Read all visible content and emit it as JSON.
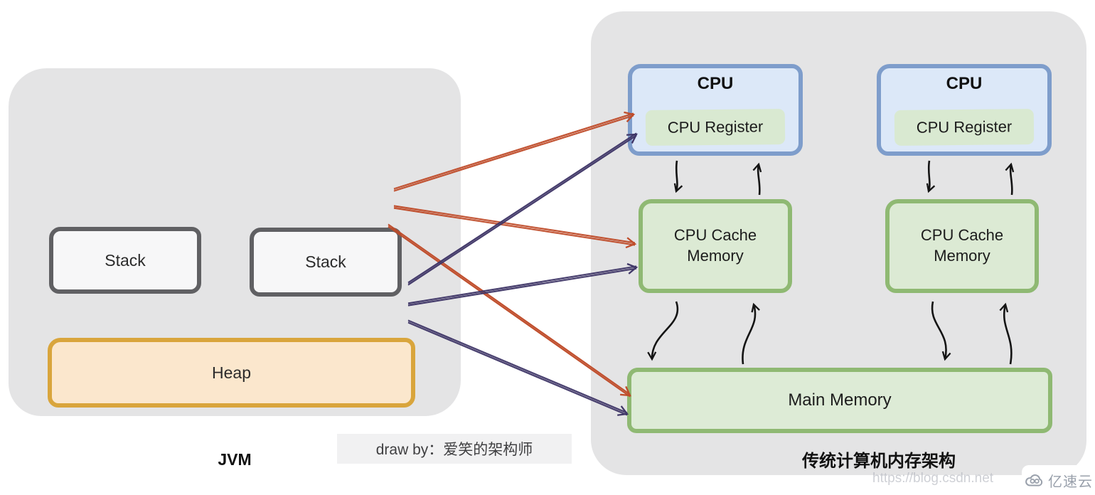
{
  "jvm_panel": {
    "label": "JVM",
    "stacks": [
      "Stack",
      "Stack"
    ],
    "heap_label": "Heap"
  },
  "memory_panel": {
    "label": "传统计算机内存架构",
    "cpus": [
      {
        "title": "CPU",
        "register_label": "CPU Register"
      },
      {
        "title": "CPU",
        "register_label": "CPU Register"
      }
    ],
    "caches": [
      "CPU Cache Memory",
      "CPU Cache Memory"
    ],
    "main_memory_label": "Main Memory"
  },
  "caption": "draw by：爱笑的架构师",
  "watermark": {
    "url": "https://blog.csdn.net",
    "badge_label": "亿速云"
  },
  "connections": [
    {
      "from": "Stack",
      "to": "CPU Register",
      "color": "#bf4c2a"
    },
    {
      "from": "Stack",
      "to": "CPU Cache Memory",
      "color": "#bf4c2a"
    },
    {
      "from": "Stack",
      "to": "Main Memory",
      "color": "#bf4c2a"
    },
    {
      "from": "Heap",
      "to": "CPU",
      "color": "#403768"
    },
    {
      "from": "Heap",
      "to": "CPU Cache Memory",
      "color": "#403768"
    },
    {
      "from": "Heap",
      "to": "Main Memory",
      "color": "#403768"
    }
  ],
  "colors": {
    "panel_bg": "#e4e4e5",
    "stack_border": "#606063",
    "heap_fill": "#fbe7cd",
    "heap_border": "#d9a53c",
    "cpu_fill": "#dce8f8",
    "cpu_border": "#7e9dcb",
    "register_fill": "#d9e9d1",
    "green_fill": "#dcead4",
    "green_border": "#8fb973",
    "red_arrow": "#bf4c2a",
    "purple_arrow": "#403768",
    "black_arrow": "#141414"
  }
}
